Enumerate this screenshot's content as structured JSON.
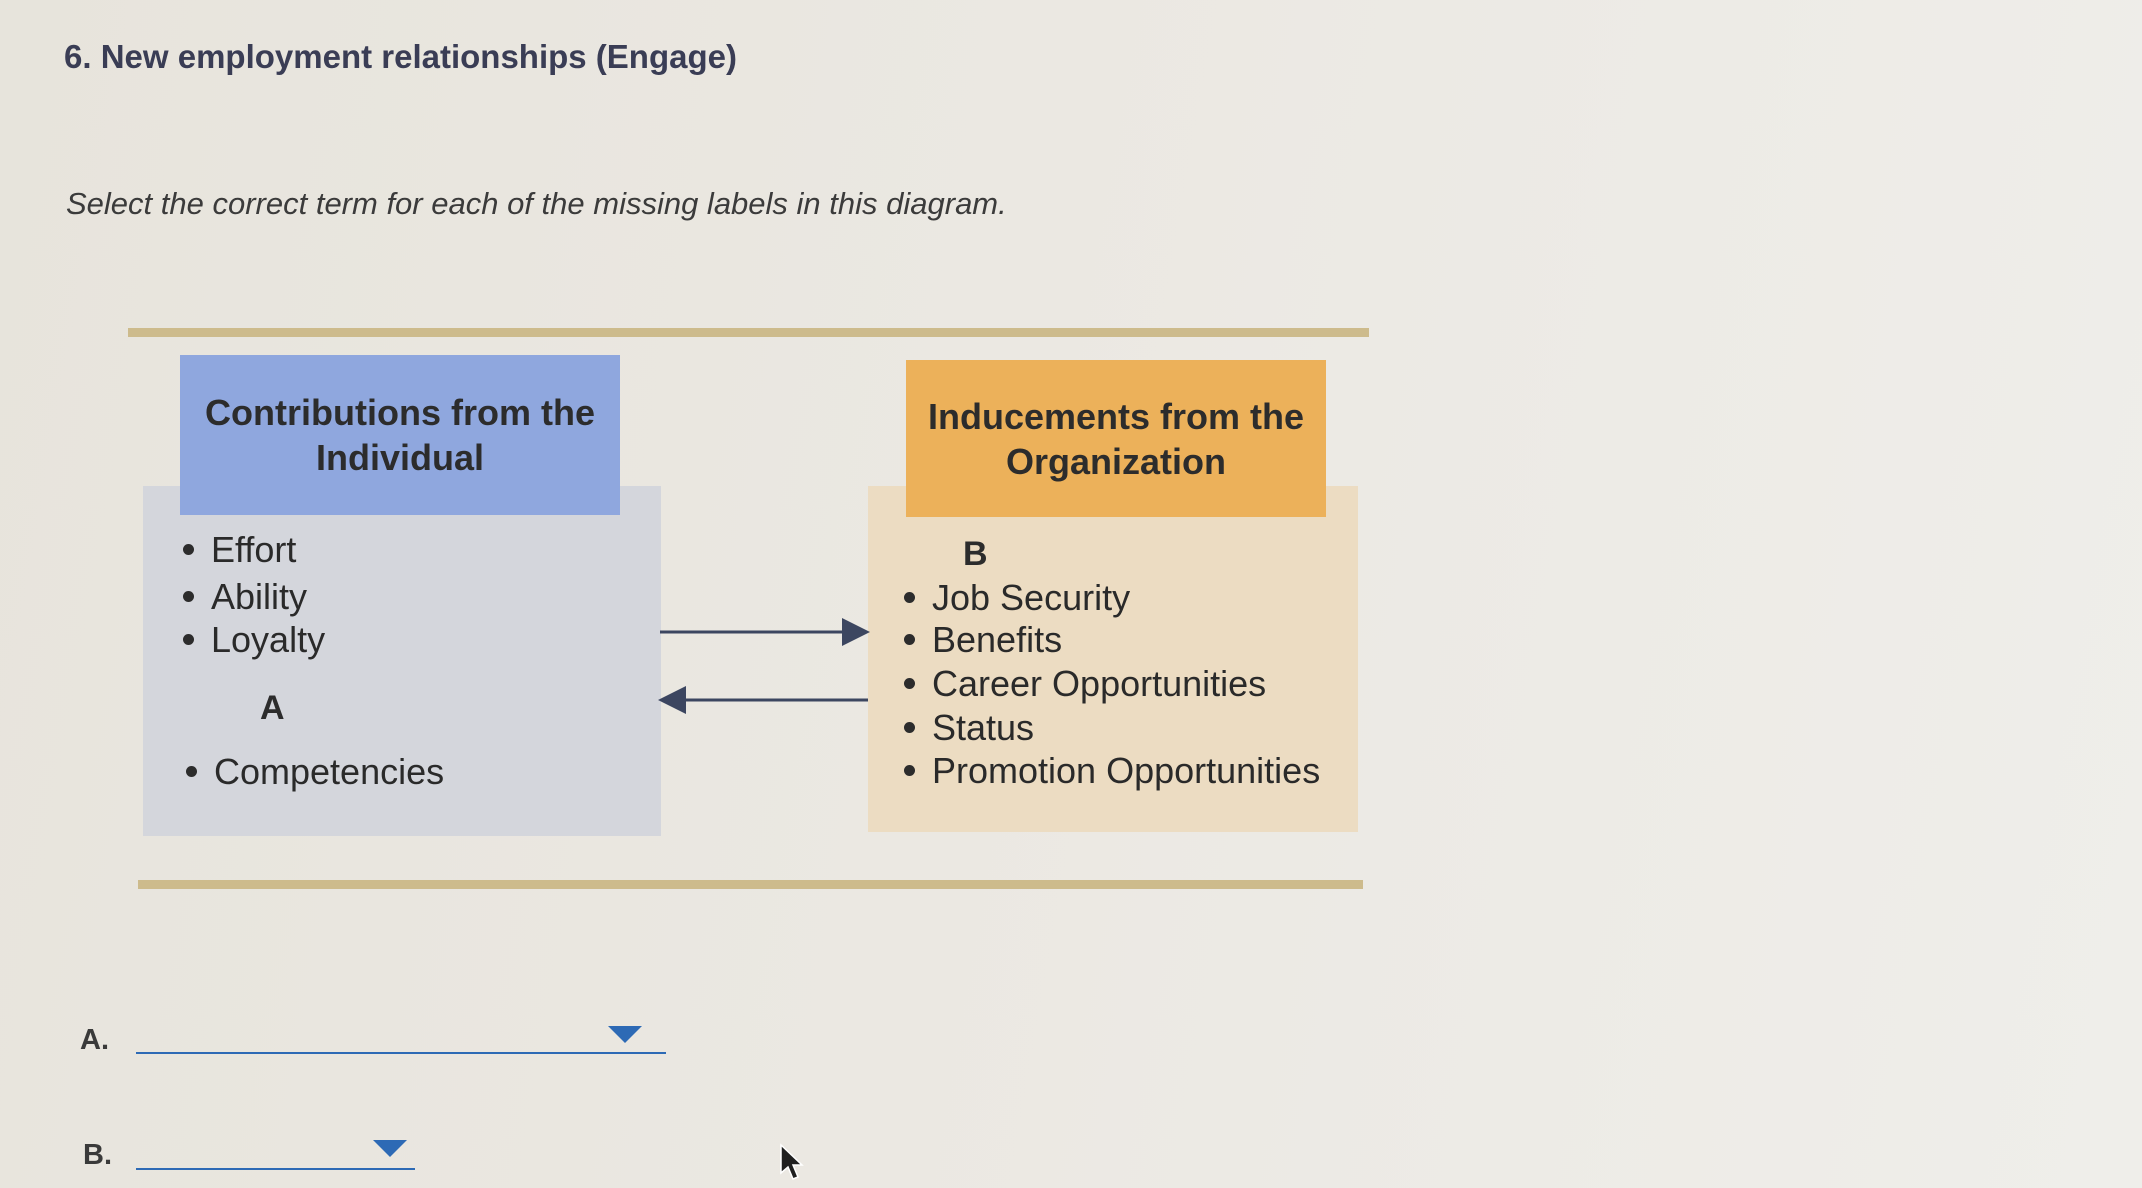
{
  "question": {
    "title": "6. New employment relationships (Engage)",
    "instruction": "Select the correct term for each of the missing labels in this diagram."
  },
  "diagram": {
    "left": {
      "header": "Contributions from the Individual",
      "items": [
        "Effort",
        "Ability",
        "Loyalty"
      ],
      "missing_label": "A",
      "items_after": [
        "Competencies"
      ]
    },
    "right": {
      "header": "Inducements from the Organization",
      "missing_label": "B",
      "items": [
        "Job Security",
        "Benefits",
        "Career Opportunities",
        "Status",
        "Promotion Opportunities"
      ]
    },
    "colors": {
      "left_header": "#8fa7de",
      "left_panel": "#d4d6dc",
      "right_header": "#ecb15a",
      "right_panel": "#ecdcc2",
      "rule": "#cdbb8c"
    }
  },
  "answers": [
    {
      "label": "A.",
      "value": "",
      "caret_icon": "chevron-down-icon"
    },
    {
      "label": "B.",
      "value": "",
      "caret_icon": "chevron-down-icon"
    }
  ],
  "accent_color": "#2d6ab5"
}
